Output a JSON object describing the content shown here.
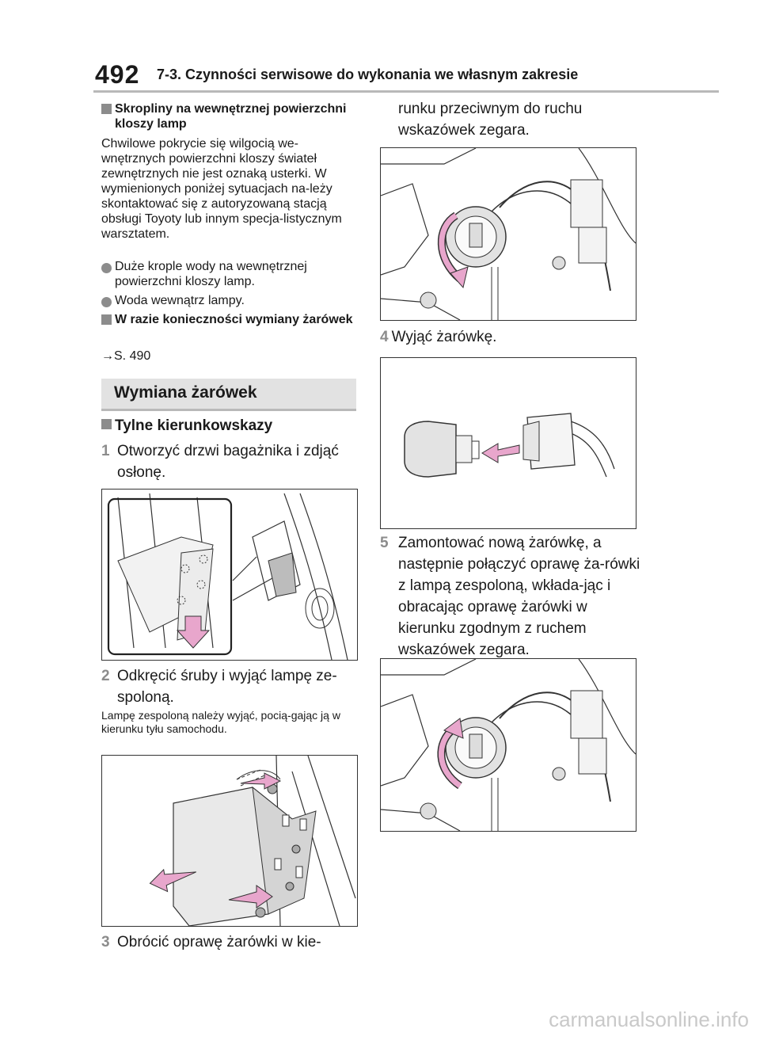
{
  "header": {
    "page_number": "492",
    "title": "7-3. Czynności serwisowe do wykonania we własnym zakresie"
  },
  "left": {
    "sub1": "Skropliny na wewnętrznej powierzchni kloszy lamp",
    "para1": "Chwilowe pokrycie się wilgocią we-wnętrznych powierzchni kloszy świateł zewnętrznych nie jest oznaką usterki. W wymienionych poniżej sytuacjach na-leży skontaktować się z autoryzowaną stacją obsługi Toyoty lub innym specja-listycznym warsztatem.",
    "bullet1": "Duże krople wody na wewnętrznej powierzchni kloszy lamp.",
    "bullet2": "Woda wewnątrz lampy.",
    "sub2": "W razie konieczności wymiany żarówek",
    "ref": "→S. 490",
    "section": "Wymiana żarówek",
    "h3": "Tylne kierunkowskazy",
    "step1_num": "1",
    "step1": "Otworzyć drzwi bagażnika i zdjąć osłonę.",
    "step2_num": "2",
    "step2": "Odkręcić śruby i wyjąć lampę ze-spoloną.",
    "note2": "Lampę zespoloną należy wyjąć, pocią-gając ją w kierunku tyłu samochodu.",
    "step3_num": "3",
    "step3": "Obrócić oprawę żarówki w kie-"
  },
  "right": {
    "cont": "runku przeciwnym do ruchu wskazówek zegara.",
    "step4_num": "4",
    "step4": "Wyjąć żarówkę.",
    "step5_num": "5",
    "step5": "Zamontować nową żarówkę, a następnie połączyć oprawę ża-rówki z lampą zespoloną, wkłada-jąc i obracając oprawę żarówki w kierunku zgodnym z ruchem wskazówek zegara."
  },
  "watermark": "carmanualsonline.info",
  "colors": {
    "arrow_pink": "#e8a6cc",
    "marker_gray": "#8c8c8c",
    "rule_gray": "#b9b9b9",
    "section_bg": "#e2e2e2"
  }
}
